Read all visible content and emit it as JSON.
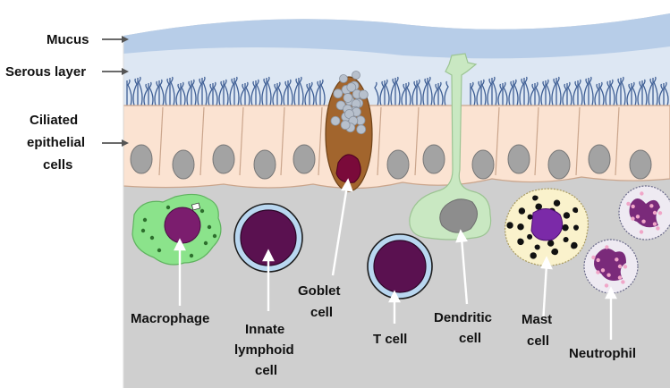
{
  "labels": {
    "mucus": "Mucus",
    "serous_layer": "Serous layer",
    "ciliated_line1": "Ciliated",
    "ciliated_line2": "epithelial",
    "ciliated_line3": "cells",
    "macrophage": "Macrophage",
    "ilc_line1": "Innate",
    "ilc_line2": "lymphoid",
    "ilc_line3": "cell",
    "goblet_line1": "Goblet",
    "goblet_line2": "cell",
    "t_cell": "T cell",
    "dendritic_line1": "Dendritic",
    "dendritic_line2": "cell",
    "mast_line1": "Mast",
    "mast_line2": "cell",
    "neutrophil": "Neutrophil"
  },
  "colors": {
    "mucus": "#b7cde8",
    "serous": "#dde7f3",
    "cilia": "#3f5f95",
    "epithelium": "#fbe3d2",
    "epithelium_edge": "#caa58c",
    "nucleus": "#a3a3a3",
    "tissue": "#cfcfcf",
    "macrophage": "#8be38b",
    "lymph_nucleus": "#5a1150",
    "lymph_ring": "#b9d7f0",
    "goblet": "#a2652d",
    "granule": "#b7c0cc",
    "dendritic": "#c9e8c2",
    "mast": "#faf2cc",
    "mast_nucleus": "#7b2aa8",
    "neutrophil": "#eeeaf2",
    "neutrophil_nucleus": "#7a2a7a",
    "neutrophil_granule": "#f0a6c8",
    "arrow": "#ffffff",
    "arrow_left": "#555555"
  },
  "icons": {
    "mucus_arrow": "arrow-right-icon",
    "serous_arrow": "arrow-right-icon",
    "ciliated_arrow": "arrow-right-icon"
  }
}
